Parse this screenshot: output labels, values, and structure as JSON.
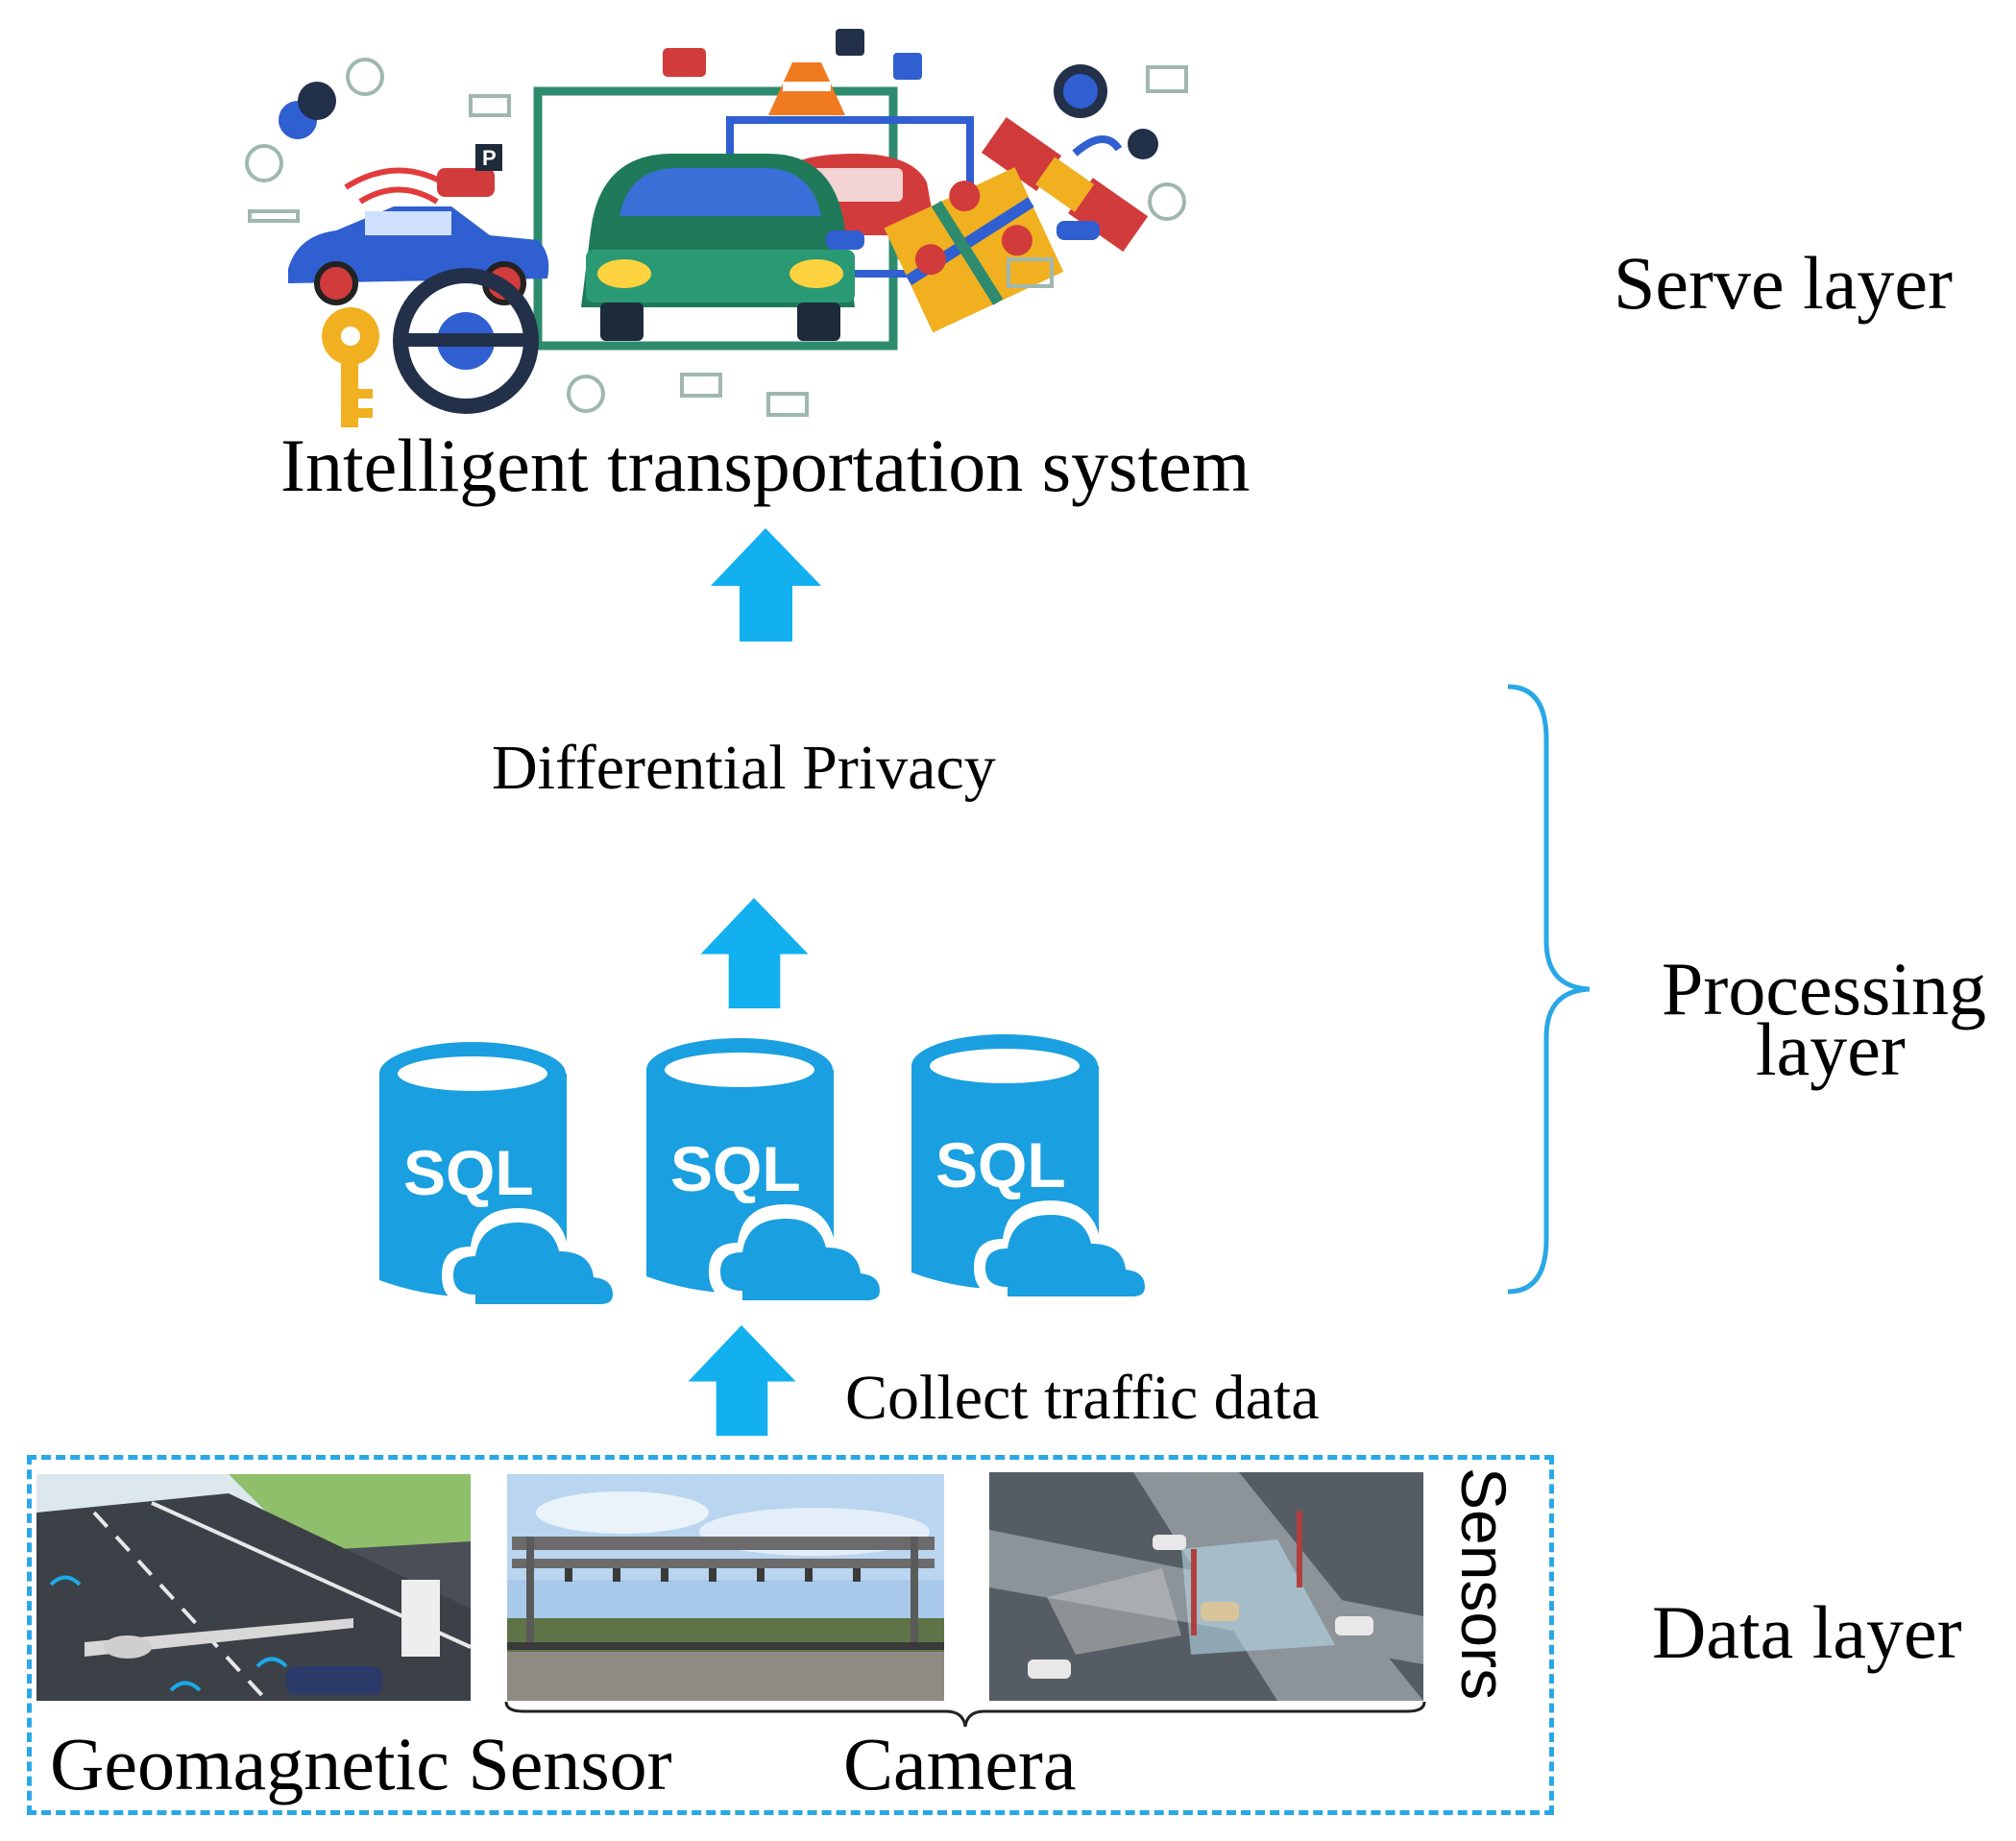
{
  "colors": {
    "accent": "#1aa9e8",
    "arrow": "#12b0ef",
    "db": "#1a9fe0",
    "dashed_border": "#2aa7e6",
    "brace": "#2aa7e6"
  },
  "layers": {
    "serve": "Serve layer",
    "processing_line1": "Processing",
    "processing_line2": "layer",
    "data": "Data layer"
  },
  "serve": {
    "title": "Intelligent transportation system",
    "illustration_icon": "its-collage-icon"
  },
  "processing": {
    "privacy_label": "Differential Privacy",
    "databases": [
      {
        "label": "SQL",
        "icon": "sql-cloud-database-icon"
      },
      {
        "label": "SQL",
        "icon": "sql-cloud-database-icon"
      },
      {
        "label": "SQL",
        "icon": "sql-cloud-database-icon"
      }
    ]
  },
  "data": {
    "collect_label": "Collect traffic data",
    "sensors_label": "Sensors",
    "geomagnetic_label": "Geomagnetic Sensor",
    "camera_label": "Camera",
    "photos": [
      {
        "name": "geomagnetic-sensor-road-image"
      },
      {
        "name": "highway-gantry-camera-image"
      },
      {
        "name": "intersection-camera-image"
      }
    ]
  }
}
